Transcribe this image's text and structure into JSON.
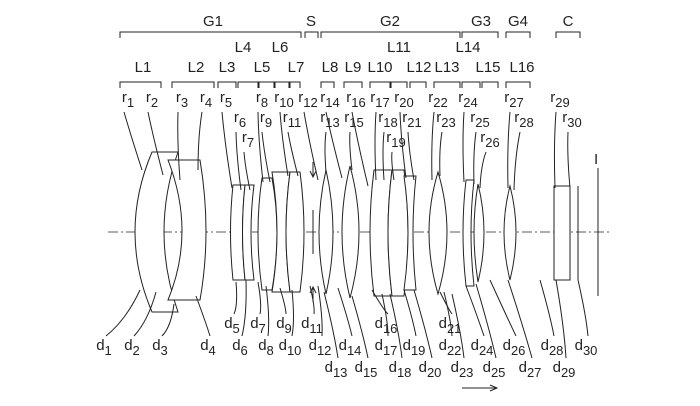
{
  "groups": [
    "G1",
    "S",
    "G2",
    "G3",
    "G4",
    "C"
  ],
  "lenses": [
    "L1",
    "L2",
    "L3",
    "L4",
    "L5",
    "L6",
    "L7",
    "L8",
    "L9",
    "L10",
    "L11",
    "L12",
    "L13",
    "L14",
    "L15",
    "L16"
  ],
  "radii": [
    "1",
    "2",
    "3",
    "4",
    "5",
    "6",
    "7",
    "8",
    "9",
    "10",
    "11",
    "12",
    "13",
    "14",
    "15",
    "16",
    "17",
    "18",
    "19",
    "20",
    "21",
    "22",
    "23",
    "24",
    "25",
    "26",
    "27",
    "28",
    "29",
    "30"
  ],
  "distances": [
    "1",
    "2",
    "3",
    "4",
    "5",
    "6",
    "7",
    "8",
    "9",
    "10",
    "11",
    "12",
    "13",
    "14",
    "15",
    "16",
    "17",
    "18",
    "19",
    "20",
    "21",
    "22",
    "23",
    "24",
    "25",
    "26",
    "27",
    "28",
    "29",
    "30"
  ],
  "image_plane_label": "I"
}
